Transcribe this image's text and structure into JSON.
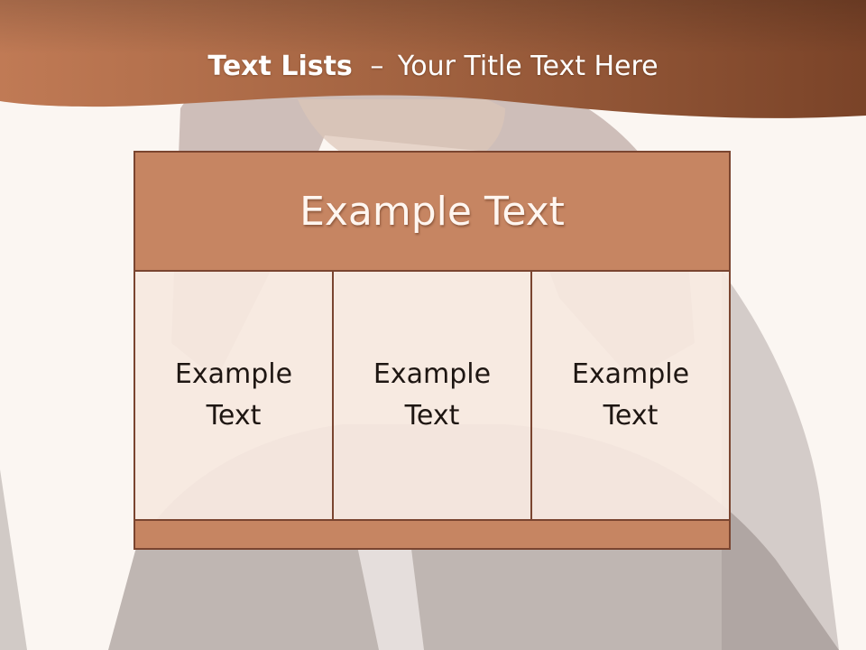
{
  "slide": {
    "title_bold": "Text Lists",
    "title_separator": "–",
    "title_rest": "Your Title Text Here"
  },
  "table": {
    "header_text": "Example Text",
    "cells": [
      {
        "text": "Example Text"
      },
      {
        "text": "Example Text"
      },
      {
        "text": "Example Text"
      }
    ]
  },
  "colors": {
    "header_band_dark": "#7a4328",
    "header_band_light": "#c07a55",
    "header_fill": "#c68562",
    "cell_fill": "#f6e8e0",
    "border": "#7a4530",
    "background": "#fbf6f2"
  }
}
